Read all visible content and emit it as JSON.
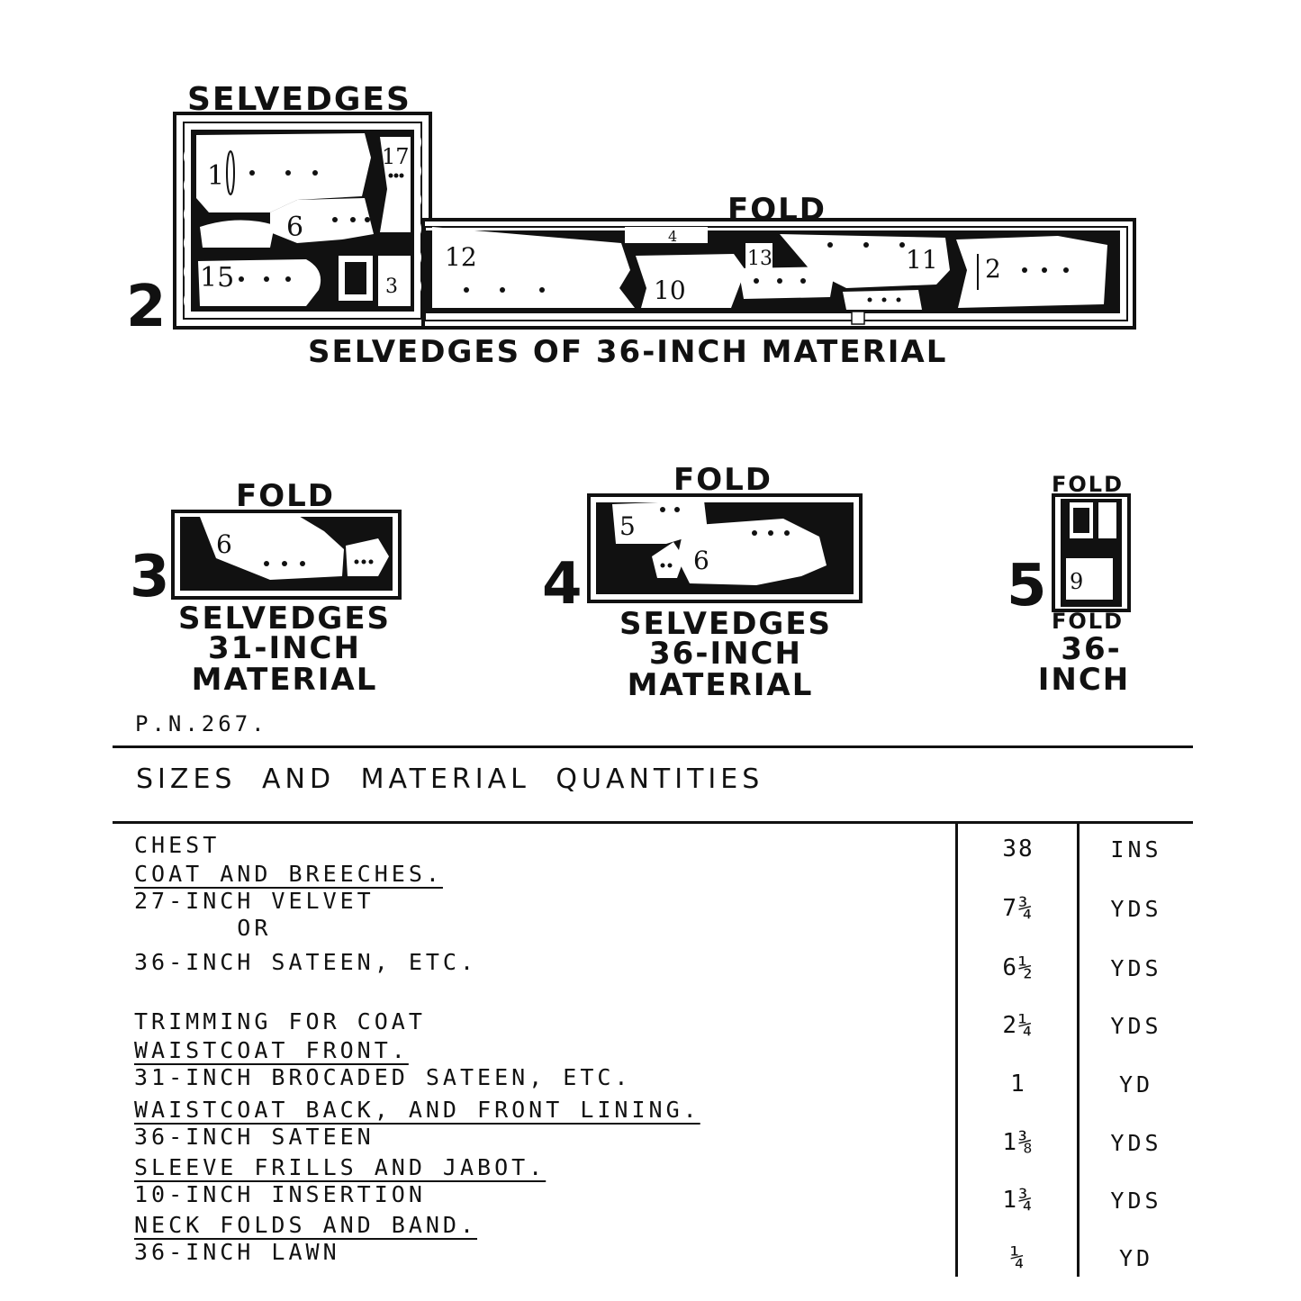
{
  "diagram2": {
    "number": "2",
    "top_label": "SELVEDGES",
    "fold_label": "FOLD",
    "bottom_label": "SELVEDGES OF 36-INCH MATERIAL",
    "pieces": [
      "1",
      "17",
      "6",
      "15",
      "3",
      "12",
      "4",
      "13",
      "11",
      "2",
      "10"
    ]
  },
  "diagram3": {
    "number": "3",
    "fold_label": "FOLD",
    "caption_lines": [
      "SELVEDGES",
      "31-INCH",
      "MATERIAL"
    ],
    "pieces": [
      "6"
    ]
  },
  "diagram4": {
    "number": "4",
    "fold_label": "FOLD",
    "caption_lines": [
      "SELVEDGES",
      "36-INCH",
      "MATERIAL"
    ],
    "pieces": [
      "5",
      "6"
    ]
  },
  "diagram5": {
    "number": "5",
    "fold_top": "FOLD",
    "fold_bottom": "FOLD",
    "caption_lines": [
      "36-",
      "INCH"
    ],
    "pieces": [
      "9"
    ]
  },
  "pattern_number": "P.N.267.",
  "table": {
    "title": "SIZES AND MATERIAL QUANTITIES",
    "rows": [
      {
        "lines": [
          "CHEST"
        ],
        "underline": [
          false
        ],
        "qty": "38",
        "unit": "INS"
      },
      {
        "lines": [
          "COAT AND BREECHES.",
          "27-INCH VELVET",
          "      OR"
        ],
        "underline": [
          true,
          false,
          false
        ],
        "qty": "7¾",
        "unit": "YDS"
      },
      {
        "lines": [
          "36-INCH SATEEN, ETC."
        ],
        "underline": [
          false
        ],
        "qty": "6½",
        "unit": "YDS"
      },
      {
        "lines": [
          "TRIMMING FOR COAT"
        ],
        "underline": [
          false
        ],
        "qty": "2¼",
        "unit": "YDS"
      },
      {
        "lines": [
          "WAISTCOAT FRONT.",
          "31-INCH BROCADED SATEEN, ETC."
        ],
        "underline": [
          true,
          false
        ],
        "qty": "1",
        "unit": "YD"
      },
      {
        "lines": [
          "WAISTCOAT BACK, AND FRONT LINING.",
          "36-INCH SATEEN"
        ],
        "underline": [
          true,
          false
        ],
        "qty": "1⅜",
        "unit": "YDS"
      },
      {
        "lines": [
          "SLEEVE FRILLS AND JABOT.",
          "10-INCH INSERTION"
        ],
        "underline": [
          true,
          false
        ],
        "qty": "1¾",
        "unit": "YDS"
      },
      {
        "lines": [
          "NECK FOLDS AND BAND.",
          "36-INCH LAWN"
        ],
        "underline": [
          true,
          false
        ],
        "qty": "¼",
        "unit": "YD"
      }
    ]
  }
}
